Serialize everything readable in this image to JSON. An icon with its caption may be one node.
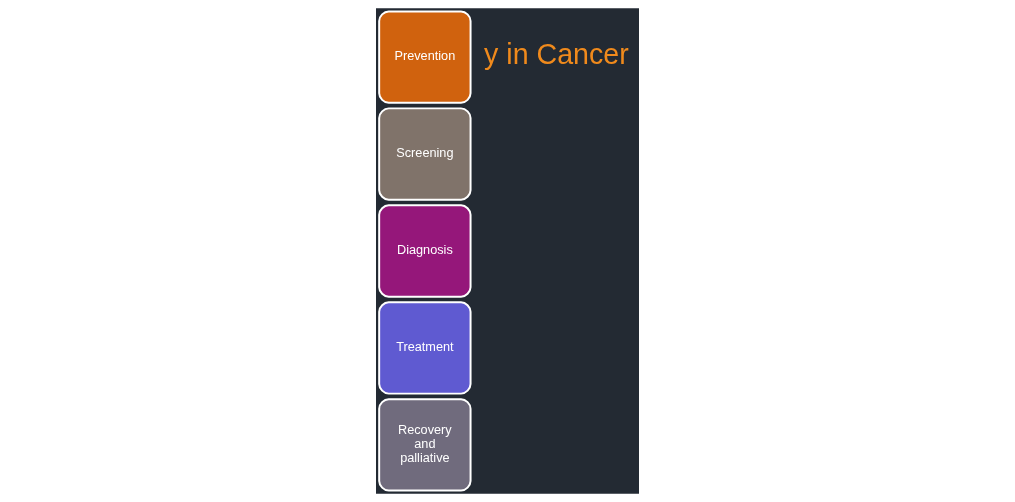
{
  "diagram": {
    "nodes": [
      {
        "text": [
          "Prevention"
        ]
      },
      {
        "text": [
          "Screening"
        ]
      },
      {
        "text": [
          "Diagnosis"
        ]
      },
      {
        "text": [
          "Treatment"
        ]
      },
      {
        "text": [
          "Recovery and palliative"
        ]
      }
    ],
    "labels": [
      "y in Cancer"
    ]
  }
}
